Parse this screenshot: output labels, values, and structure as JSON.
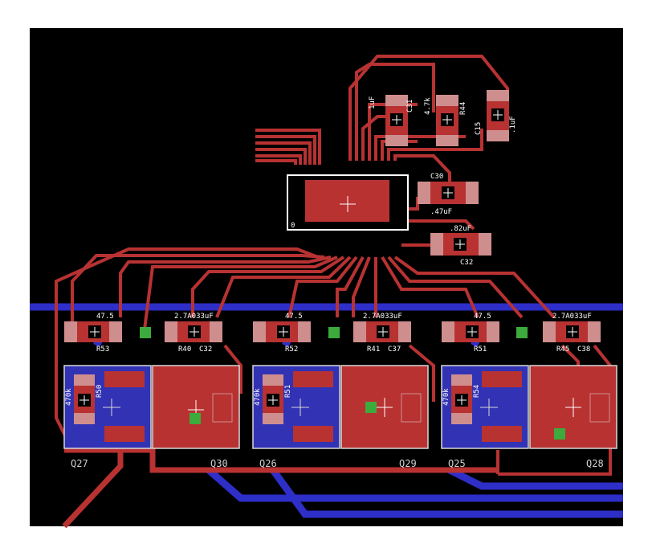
{
  "colors": {
    "background": "#000000",
    "frame": "#ffffff",
    "top_copper": "#b83232",
    "bottom_copper": "#2e2ec8",
    "pad": "#cf8e8e",
    "via": "#3caa3c",
    "silkscreen": "#d8d8d8"
  },
  "parts": {
    "cap_top_left": {
      "name": "C31",
      "value": "1uF"
    },
    "res_top": {
      "name": "R44",
      "value": "4.7k"
    },
    "cap_top_right": {
      "name": "C15",
      "value": ".1uF"
    },
    "cap_right_1": {
      "name": "C30",
      "value": ".47uF"
    },
    "cap_right_2": {
      "name": "C32",
      "value": ".82uF"
    },
    "ic_pin1": "0",
    "ch1": {
      "r_value": "47.5",
      "r_name": "R53",
      "c_value": "2.7A033uF",
      "c_name": "C32",
      "rp_name": "R40",
      "rg_name": "R50",
      "rg_value": "470k",
      "q_left": "Q27",
      "q_right": "Q30"
    },
    "ch2": {
      "r_value": "47.5",
      "r_name": "R52",
      "c_value": "2.7A033uF",
      "c_name": "C37",
      "rp_name": "R41",
      "rg_name": "R51",
      "rg_value": "470k",
      "q_left": "Q26",
      "q_right": "Q29"
    },
    "ch3": {
      "r_value": "47.5",
      "r_name": "R51",
      "c_value": "2.7A033uF",
      "c_name": "C38",
      "rp_name": "R45",
      "rg_name": "R54",
      "rg_value": "470k",
      "q_left": "Q25",
      "q_right": "Q28"
    }
  }
}
